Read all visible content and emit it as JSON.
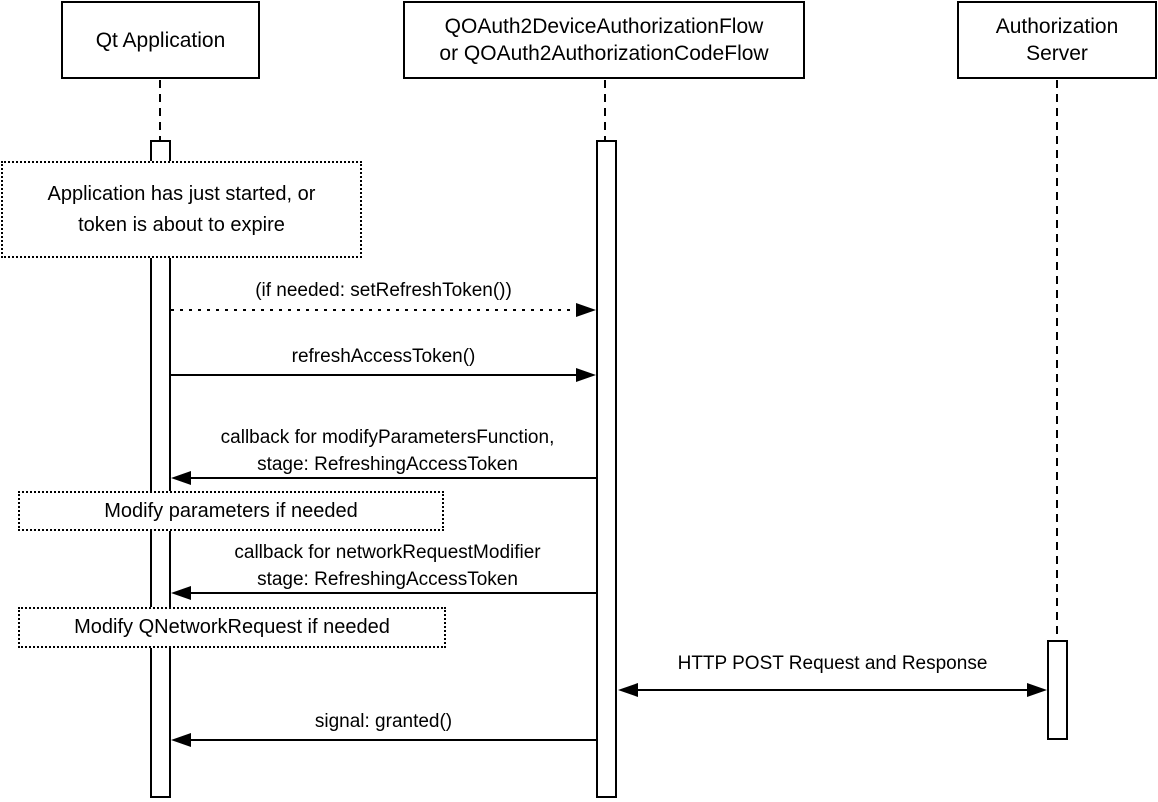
{
  "diagram": {
    "type": "uml-sequence-diagram",
    "colors": {
      "line": "#000000",
      "background": "#ffffff",
      "text": "#000000"
    },
    "actors": [
      {
        "id": "qt-application",
        "label_lines": [
          "Qt Application"
        ]
      },
      {
        "id": "oauth2-flow",
        "label_lines": [
          "QOAuth2DeviceAuthorizationFlow",
          "or QOAuth2AuthorizationCodeFlow"
        ]
      },
      {
        "id": "authorization-server",
        "label_lines": [
          "Authorization",
          "Server"
        ]
      }
    ],
    "notes": [
      {
        "id": "note-start",
        "lines": [
          "Application has just started, or",
          "token is about to expire"
        ]
      },
      {
        "id": "note-modify-parameters",
        "lines": [
          "Modify parameters if needed"
        ]
      },
      {
        "id": "note-modify-qnetworkrequest",
        "lines": [
          "Modify QNetworkRequest if needed"
        ]
      }
    ],
    "messages": [
      {
        "id": "set-refresh-token",
        "from": "qt-application",
        "to": "oauth2-flow",
        "line_style": "dotted",
        "arrow": "right",
        "label_lines": [
          "(if needed: setRefreshToken())"
        ]
      },
      {
        "id": "refresh-access-token",
        "from": "qt-application",
        "to": "oauth2-flow",
        "line_style": "solid",
        "arrow": "right",
        "label_lines": [
          "refreshAccessToken()"
        ]
      },
      {
        "id": "callback-modify-parameters",
        "from": "oauth2-flow",
        "to": "qt-application",
        "line_style": "solid",
        "arrow": "left",
        "label_lines": [
          "callback for modifyParametersFunction,",
          "stage: RefreshingAccessToken"
        ]
      },
      {
        "id": "callback-network-request-modifier",
        "from": "oauth2-flow",
        "to": "qt-application",
        "line_style": "solid",
        "arrow": "left",
        "label_lines": [
          "callback for networkRequestModifier",
          "stage: RefreshingAccessToken"
        ]
      },
      {
        "id": "http-post",
        "from": "oauth2-flow",
        "to": "authorization-server",
        "line_style": "solid",
        "arrow": "both",
        "label_lines": [
          "HTTP POST Request and Response"
        ]
      },
      {
        "id": "signal-granted",
        "from": "oauth2-flow",
        "to": "qt-application",
        "line_style": "solid",
        "arrow": "left",
        "label_lines": [
          "signal: granted()"
        ]
      }
    ]
  }
}
